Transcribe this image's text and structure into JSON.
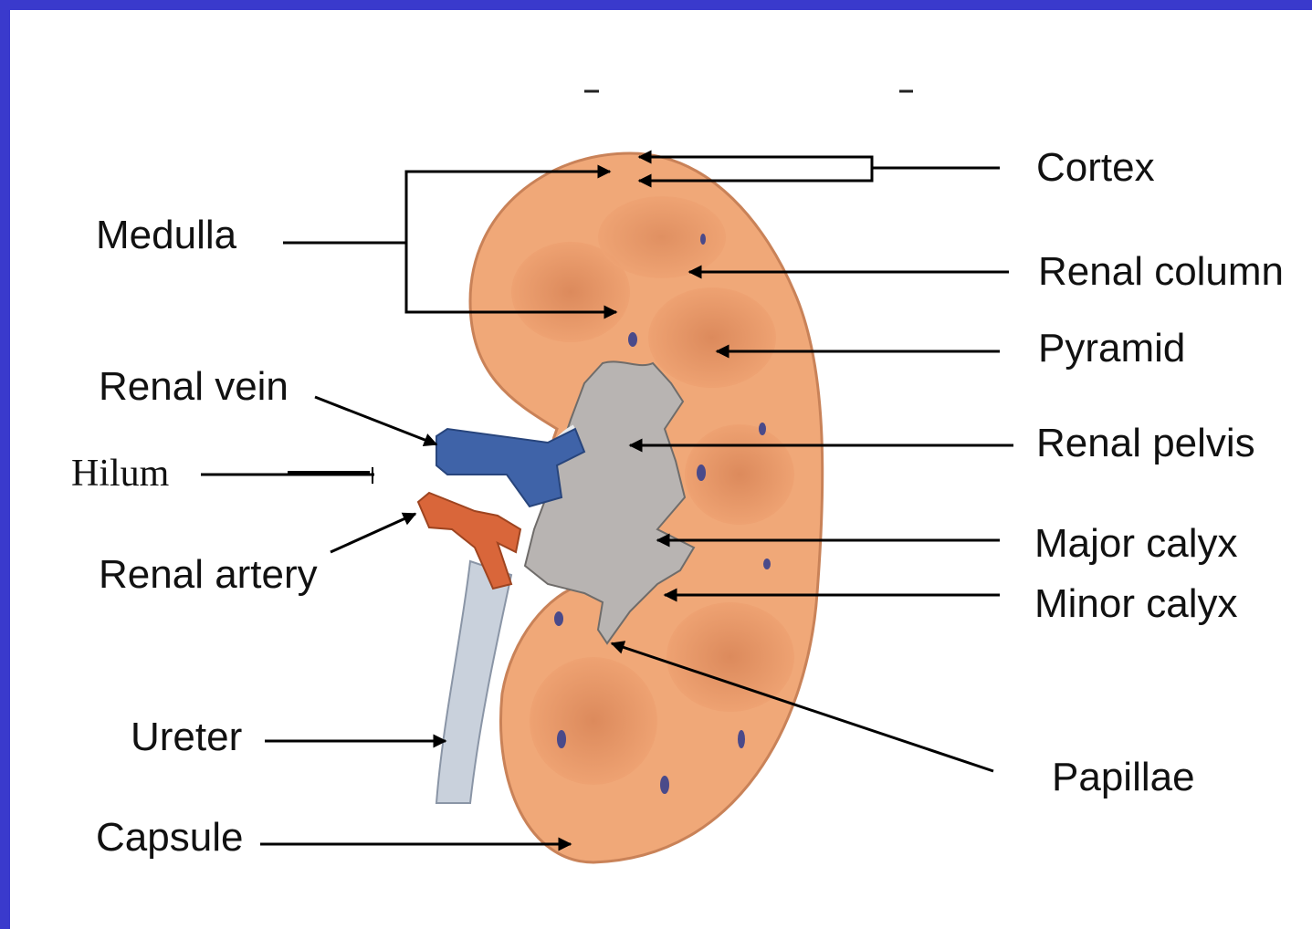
{
  "labels": {
    "cortex": "Cortex",
    "medulla": "Medulla",
    "renal_column": "Renal column",
    "pyramid": "Pyramid",
    "renal_vein": "Renal vein",
    "renal_pelvis": "Renal pelvis",
    "hilum": "Hilum",
    "renal_artery": "Renal artery",
    "major_calyx": "Major calyx",
    "minor_calyx": "Minor calyx",
    "ureter": "Ureter",
    "papillae": "Papillae",
    "capsule": "Capsule"
  },
  "colors": {
    "frame": "#3a3acc",
    "cortex": "#f0a878",
    "medulla": "#e39468",
    "pelvis": "#b8b4b2",
    "vein": "#3f63a8",
    "artery": "#d9663a",
    "ureter": "#c9d1dc"
  }
}
